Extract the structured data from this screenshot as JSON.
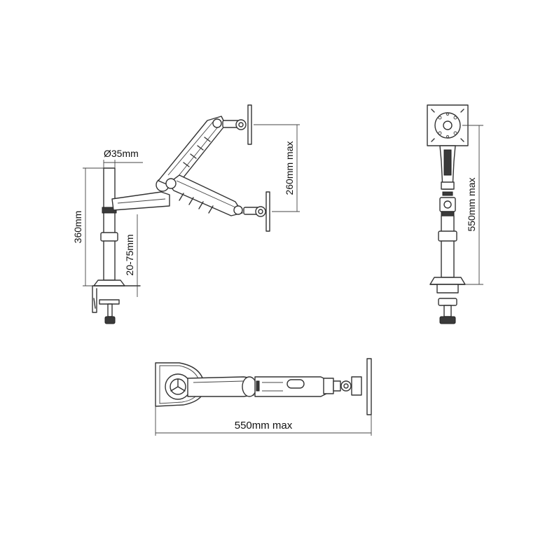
{
  "dimensions": {
    "pole_diameter": "Ø35mm",
    "pole_height": "360mm",
    "desk_thickness": "20-75mm",
    "vertical_reach": "260mm max",
    "height_max": "550mm max",
    "extension_max": "550mm max"
  }
}
